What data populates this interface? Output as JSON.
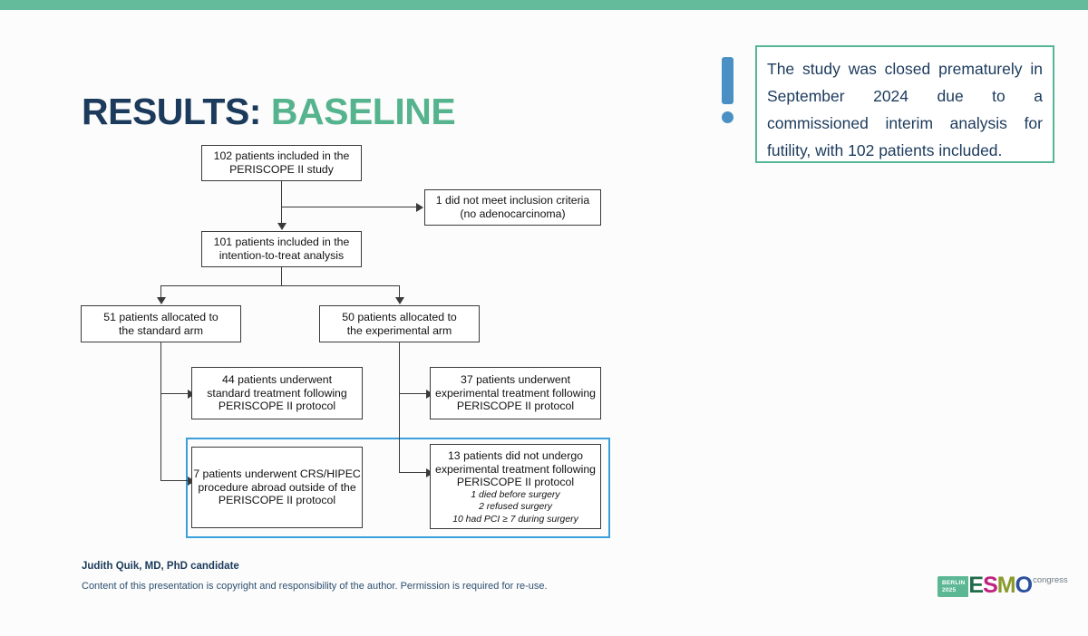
{
  "slide": {
    "title_primary": "RESULTS:",
    "title_secondary": "BASELINE",
    "top_bar_color": "#63bb9b"
  },
  "callout": {
    "icon": "exclamation-icon",
    "text": "The study was closed prematurely in September 2024 due to a commissioned interim analysis for futility, with 102 patients included.",
    "border_color": "#56b795",
    "icon_color": "#4a90c4"
  },
  "flowchart": {
    "highlight_color": "#3aa0dd",
    "boxes": [
      {
        "id": "enrolled",
        "lines": [
          "102 patients included in the",
          "PERISCOPE II study"
        ]
      },
      {
        "id": "excluded",
        "lines": [
          "1 did not meet inclusion criteria",
          "(no adenocarcinoma)"
        ]
      },
      {
        "id": "itt",
        "lines": [
          "101 patients included in the",
          "intention-to-treat analysis"
        ]
      },
      {
        "id": "standard-arm",
        "lines": [
          "51 patients allocated to",
          "the standard arm"
        ]
      },
      {
        "id": "experimental-arm",
        "lines": [
          "50 patients allocated to",
          "the experimental arm"
        ]
      },
      {
        "id": "standard-treated",
        "lines": [
          "44 patients underwent",
          "standard treatment following",
          "PERISCOPE II protocol"
        ]
      },
      {
        "id": "experimental-treated",
        "lines": [
          "37 patients underwent",
          "experimental treatment following",
          "PERISCOPE II protocol"
        ]
      },
      {
        "id": "standard-crs-hipec",
        "lines": [
          "7 patients underwent CRS/HIPEC",
          "procedure abroad outside of the",
          "PERISCOPE II protocol"
        ]
      },
      {
        "id": "experimental-not-treated",
        "lines": [
          "13 patients did not undergo",
          "experimental treatment following",
          "PERISCOPE II protocol"
        ],
        "sub_lines": [
          "1 died before surgery",
          "2 refused surgery",
          "10 had PCI ≥ 7 during surgery"
        ]
      }
    ]
  },
  "footer": {
    "author": "Judith Quik, MD, PhD candidate",
    "copyright": "Content of this presentation is copyright and responsibility of the author. Permission is required for re-use."
  },
  "logo": {
    "berlin_line1": "BERLIN",
    "berlin_line2": "2025",
    "letter_e": "E",
    "letter_s": "S",
    "letter_m": "M",
    "letter_o": "O",
    "congress": "congress"
  }
}
